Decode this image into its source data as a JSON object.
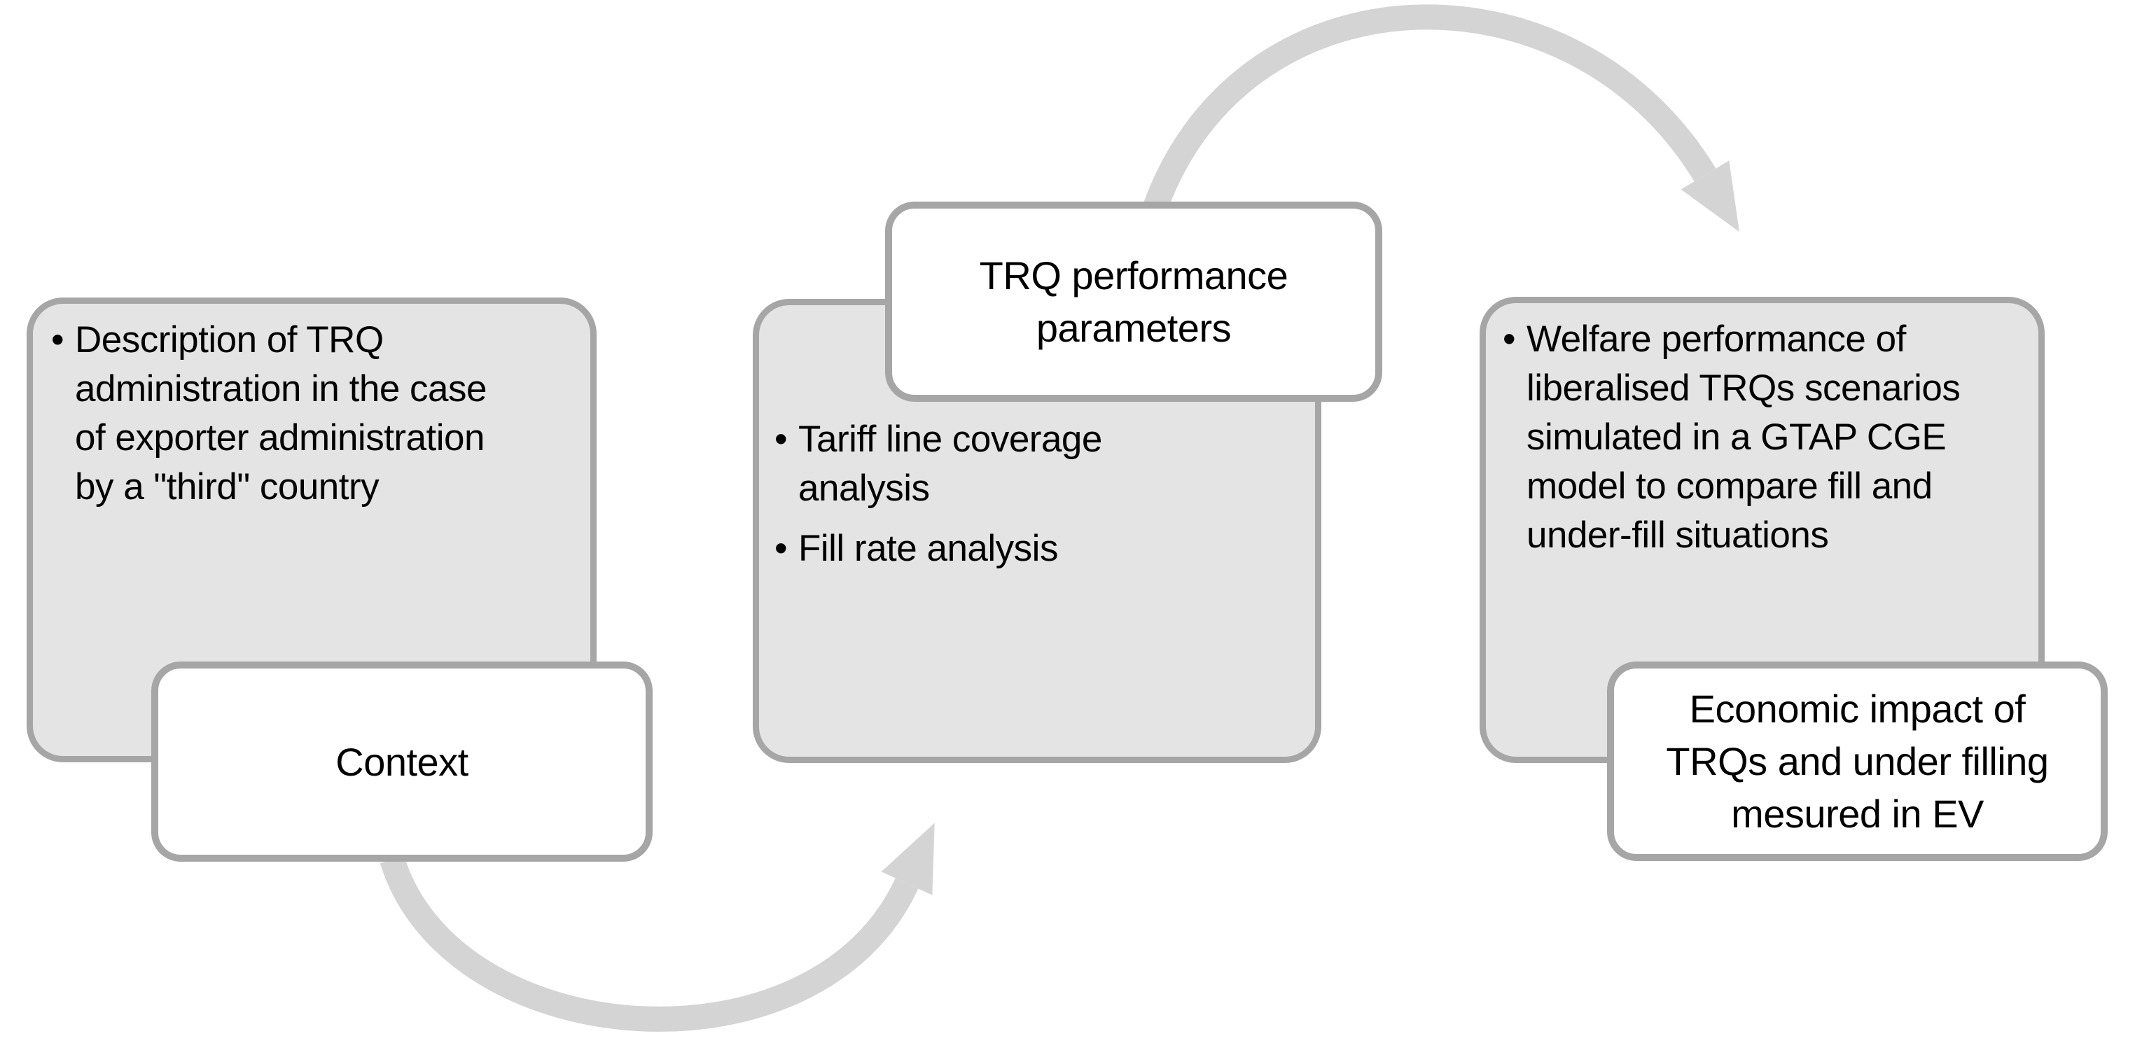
{
  "diagram": {
    "stages": [
      {
        "id": "context",
        "title": "Context",
        "bullets": [
          "Description of TRQ\nadministration in the case\nof exporter administration\nby a \"third\" country"
        ]
      },
      {
        "id": "trq-performance-parameters",
        "title": "TRQ performance\nparameters",
        "bullets": [
          "Tariff line coverage\nanalysis",
          "Fill rate analysis"
        ]
      },
      {
        "id": "economic-impact",
        "title": "Economic impact of\nTRQs and under filling\nmesured in EV",
        "bullets": [
          "Welfare performance of\nliberalised TRQs scenarios\nsimulated in a GTAP CGE\nmodel to compare fill and\nunder-fill situations"
        ]
      }
    ],
    "glyphs": {
      "bullet": "•"
    },
    "colors": {
      "panel_fill": "#e4e4e4",
      "panel_border": "#a6a6a6",
      "title_fill": "#ffffff",
      "title_border": "#a6a6a6",
      "arrow": "#d4d4d4",
      "text": "#000000",
      "background": "#ffffff"
    }
  }
}
